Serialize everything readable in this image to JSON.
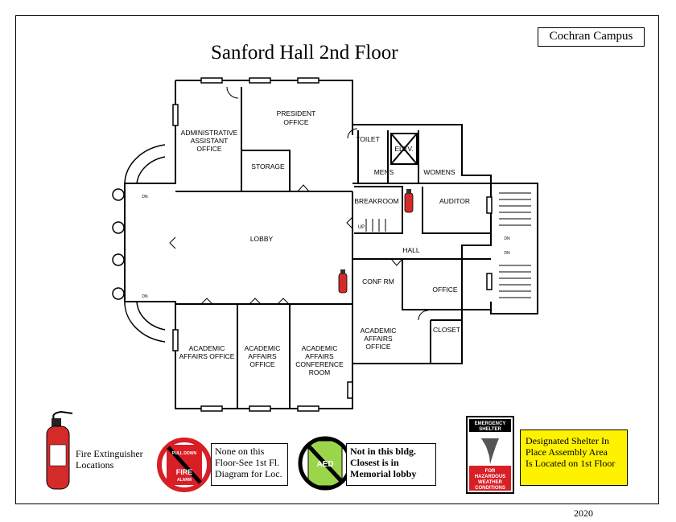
{
  "header": {
    "title": "Sanford Hall 2nd Floor",
    "campus": "Cochran Campus"
  },
  "rooms": {
    "president_office": [
      "PRESIDENT",
      "OFFICE"
    ],
    "admin_assistant": [
      "ADMINISTRATIVE",
      "ASSISTANT",
      "OFFICE"
    ],
    "storage": "STORAGE",
    "toilet": "TOILET",
    "elev": "ELEV.",
    "mens": "MENS",
    "womens": "WOMENS",
    "breakroom": "BREAKROOM",
    "up": "UP",
    "auditor": "AUDITOR",
    "lobby": "LOBBY",
    "hall": "HALL",
    "conf_rm": "CONF RM",
    "office": "OFFICE",
    "closet": "CLOSET",
    "academic_affairs_office_right": [
      "ACADEMIC",
      "AFFAIRS",
      "OFFICE"
    ],
    "academic_affairs_office_left": [
      "ACADEMIC",
      "AFFAIRS  OFFICE"
    ],
    "academic_affairs_office_mid": [
      "ACADEMIC",
      "AFFAIRS",
      "OFFICE"
    ],
    "conference_room": [
      "ACADEMIC",
      "AFFAIRS",
      "CONFERENCE",
      "ROOM"
    ],
    "dn": "DN"
  },
  "legend": {
    "extinguisher_label": [
      "Fire Extinguisher",
      "Locations"
    ],
    "fire_alarm_sign": [
      "PULL DOWN",
      "FIRE",
      "ALARM"
    ],
    "fire_alarm_note": [
      "None on this",
      "Floor-See 1st Fl.",
      "Diagram for Loc."
    ],
    "aed_sign": "AED",
    "aed_note": [
      "Not in this bldg.",
      "Closest is in",
      "Memorial lobby"
    ],
    "shelter_sign_top": [
      "EMERGENCY",
      "SHELTER"
    ],
    "shelter_sign_bottom": [
      "FOR",
      "HAZARDOUS",
      "WEATHER",
      "CONDITIONS"
    ],
    "shelter_note": [
      "Designated Shelter In",
      "Place Assembly Area",
      "Is Located on 1st Floor"
    ]
  },
  "footer": {
    "year": "2020"
  },
  "colors": {
    "extinguisher_red": "#d42a2a",
    "no_sign_red": "#d81f26",
    "aed_green": "#9bd64a",
    "shelter_yellow": "#fff200"
  }
}
